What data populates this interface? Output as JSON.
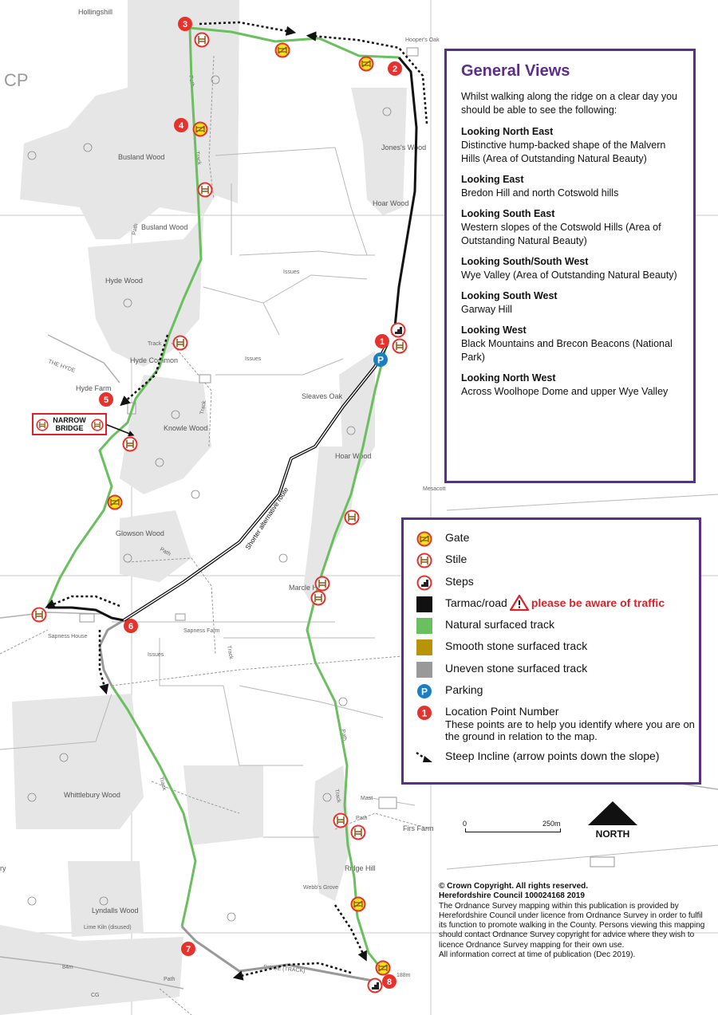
{
  "map_labels": {
    "hollingshill": "Hollingshill",
    "cp": "CP",
    "busland_wood_1": "Busland Wood",
    "busland_wood_2": "Busland Wood",
    "hyde_wood": "Hyde Wood",
    "hyde_common": "Hyde Common",
    "hyde_farm": "Hyde Farm",
    "the_hyde": "THE HYDE",
    "knowle_wood": "Knowle Wood",
    "glowson_wood": "Glowson Wood",
    "sapness_house": "Sapness House",
    "sapness_farm": "Sapness Farm",
    "whittlebury_wood": "Whittlebury Wood",
    "lyndalls_wood": "Lyndalls Wood",
    "lime_kiln": "Lime Kiln (disused)",
    "jones_wood": "Jones's Wood",
    "hoar_wood_1": "Hoar Wood",
    "hoar_wood_2": "Hoar Wood",
    "hoopers_oak": "Hooper's Oak",
    "sleaves_oak": "Sleaves Oak",
    "marcle_hill": "Marcle Hill",
    "ridge_hill": "Ridge Hill",
    "webbs_grove": "Webb's Grove",
    "firs_farm": "Firs Farm",
    "mast": "Mast",
    "mesacott": "Mesacott",
    "track": "Track",
    "path": "Path",
    "issues": "Issues",
    "shorter_route": "Shorter alternative route",
    "ridge_track": "RIDGE (TRACK)",
    "elev_84": "84m",
    "elev_188": "188m",
    "cg": "CG",
    "ry": "ry"
  },
  "points": [
    "1",
    "2",
    "3",
    "4",
    "5",
    "6",
    "7",
    "8"
  ],
  "narrow_bridge": "NARROW BRIDGE",
  "general_views": {
    "title": "General Views",
    "intro": "Whilst walking along the ridge on a clear day you should be able to see the following:",
    "views": [
      {
        "heading": "Looking North East",
        "text": "Distinctive hump-backed shape of the Malvern Hills (Area of Outstanding Natural Beauty)"
      },
      {
        "heading": "Looking East",
        "text": "Bredon Hill and north Cotswold hills"
      },
      {
        "heading": "Looking South East",
        "text": "Western slopes of the Cotswold Hills (Area of Outstanding Natural Beauty)"
      },
      {
        "heading": "Looking South/South West",
        "text": "Wye Valley (Area of Outstanding Natural Beauty)"
      },
      {
        "heading": "Looking South West",
        "text": "Garway Hill"
      },
      {
        "heading": "Looking West",
        "text": "Black Mountains and Brecon Beacons (National Park)"
      },
      {
        "heading": "Looking North West",
        "text": "Across Woolhope Dome and upper Wye Valley"
      }
    ]
  },
  "legend": {
    "gate": "Gate",
    "stile": "Stile",
    "steps": "Steps",
    "tarmac": "Tarmac/road",
    "traffic_warning": "please be aware of traffic",
    "natural": "Natural surfaced track",
    "smooth": "Smooth stone surfaced track",
    "uneven": "Uneven stone surfaced track",
    "parking": "Parking",
    "parking_symbol": "P",
    "location_point": "Location Point Number",
    "location_point_desc": "These points are to help you identify where you are on the ground in relation to the map.",
    "location_symbol": "1",
    "steep": "Steep Incline (arrow points down the slope)"
  },
  "colors": {
    "natural_track": "#6abf5e",
    "smooth_track": "#b8930a",
    "uneven_track": "#999999",
    "tarmac": "#111111",
    "point_red": "#e5322d",
    "parking_blue": "#1a7ec2",
    "gate_yellow": "#f6e01d",
    "panel_purple": "#5b2e8c",
    "warning_red": "#d8232a",
    "woodland": "#e6e6e6"
  },
  "scale": {
    "zero": "0",
    "distance": "250m"
  },
  "north_label": "NORTH",
  "credits": {
    "copyright": "© Crown Copyright. All rights reserved.",
    "council": "Herefordshire Council 100024168 2019",
    "notice": "The Ordnance Survey mapping within this publication is provided by Herefordshire Council under licence from Ordnance Survey in order to fulfil its function to promote walking in the County. Persons viewing this mapping should contact Ordnance Survey copyright for advice where they wish to licence Ordnance Survey mapping for their own use.",
    "correct": "All information correct at time of publication (Dec 2019)."
  }
}
